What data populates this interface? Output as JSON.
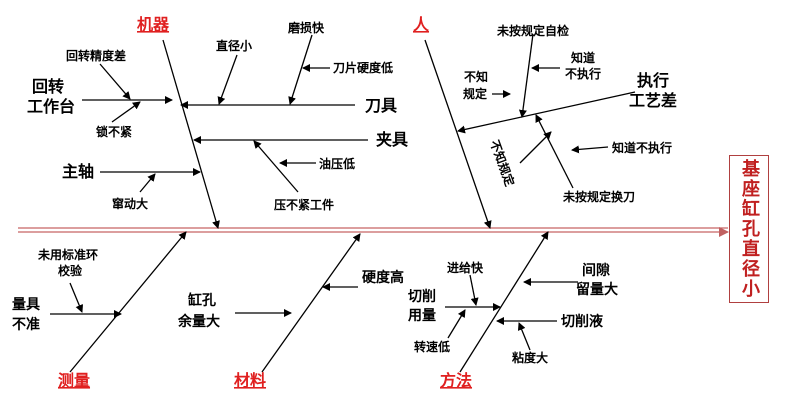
{
  "effect": "基座缸孔直径小",
  "categories": {
    "machine": "机器",
    "people": "人",
    "measure": "测量",
    "material": "材料",
    "method": "方法"
  },
  "machine": {
    "rotary_table": [
      "回转",
      "工作台"
    ],
    "rotary_precision": "回转精度差",
    "not_tight": "锁不紧",
    "diameter_small": "直径小",
    "wear_fast": "磨损快",
    "blade_hardness": "刀片硬度低",
    "tool": "刀具",
    "fixture": "夹具",
    "oil_pressure": "油压低",
    "not_clamped": "压不紧工件",
    "spindle": "主轴",
    "runout": "窜动大"
  },
  "people": {
    "not_follow_inspect": "未按规定自检",
    "know_not_exec": [
      "知道",
      "不执行"
    ],
    "dont_know": [
      "不知",
      "规定"
    ],
    "exec_process": [
      "执行",
      "工艺差"
    ],
    "dont_know_vertical": "不知规定",
    "know_not_exec2": "知道不执行",
    "not_follow_change": "未按规定换刀"
  },
  "measure": {
    "ring_gauge": [
      "未用标准环",
      "校验"
    ],
    "gauge_inaccurate": [
      "量具",
      "不准"
    ]
  },
  "material": {
    "hardness_high": "硬度高",
    "bore_allowance": [
      "缸孔",
      "余量大"
    ]
  },
  "method": {
    "feed_fast": "进给快",
    "cutting_amount": [
      "切削",
      "用量"
    ],
    "speed_low": "转速低",
    "gap_allowance": [
      "间隙",
      "留量大"
    ],
    "coolant": "切削液",
    "viscosity": "粘度大"
  }
}
